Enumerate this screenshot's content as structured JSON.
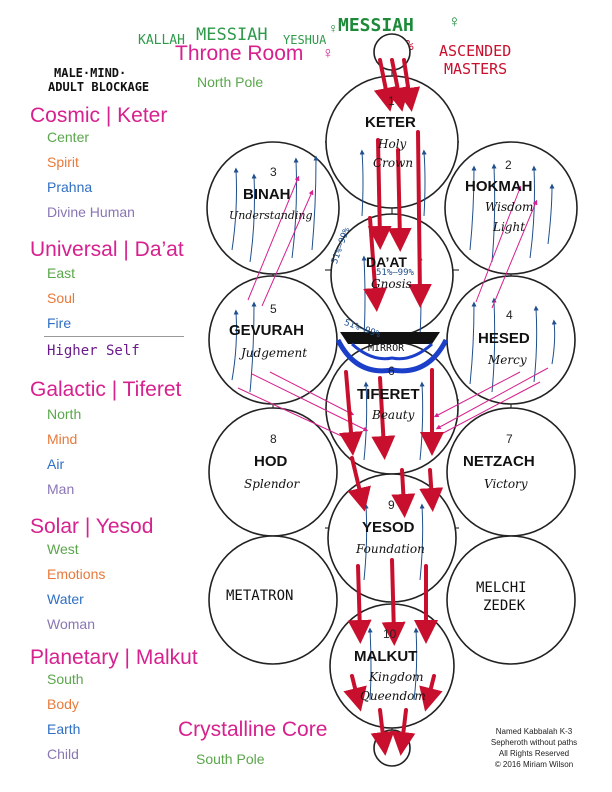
{
  "header": {
    "kallah": "KALLAH",
    "messiah_green": "MESSIAH",
    "yeshua": "YESHUA",
    "messiah_top": "MESSIAH",
    "throne_room": "Throne Room",
    "north_pole": "North Pole",
    "male_mind": "MALE·MIND·",
    "adult_blockage": "ADULT BLOCKAGE",
    "percent": "100%",
    "ascended": "ASCENDED",
    "masters": "MASTERS"
  },
  "levels": [
    {
      "title": "Cosmic | Keter",
      "items": [
        "Center",
        "Spirit",
        "Prahna",
        "Divine Human"
      ]
    },
    {
      "title": "Universal | Da’at",
      "items": [
        "East",
        "Soul",
        "Fire"
      ]
    },
    {
      "title": "Galactic | Tiferet",
      "items": [
        "North",
        "Mind",
        "Air",
        "Man"
      ]
    },
    {
      "title": "Solar | Yesod",
      "items": [
        "West",
        "Emotions",
        "Water",
        "Woman"
      ]
    },
    {
      "title": "Planetary | Malkut",
      "items": [
        "South",
        "Body",
        "Earth",
        "Child"
      ]
    }
  ],
  "higher_self": "Higher Self",
  "sephirot": {
    "keter": {
      "num": "1",
      "name": "KETER",
      "sub1": "Holy",
      "sub2": "Crown"
    },
    "binah": {
      "num": "3",
      "name": "BINAH",
      "sub1": "Understanding"
    },
    "hokmah": {
      "num": "2",
      "name": "HOKMAH",
      "sub1": "Wisdom",
      "sub2": "Light"
    },
    "daat": {
      "name": "DA’AT",
      "sub1": "Gnosis"
    },
    "gevurah": {
      "num": "5",
      "name": "GEVURAH",
      "sub1": "Judgement"
    },
    "hesed": {
      "num": "4",
      "name": "HESED",
      "sub1": "Mercy"
    },
    "tiferet": {
      "num": "6",
      "name": "TIFERET",
      "sub1": "Beauty"
    },
    "hod": {
      "num": "8",
      "name": "HOD",
      "sub1": "Splendor"
    },
    "netzach": {
      "num": "7",
      "name": "NETZACH",
      "sub1": "Victory"
    },
    "yesod": {
      "num": "9",
      "name": "YESOD",
      "sub1": "Foundation"
    },
    "metatron": {
      "name": "METATRON"
    },
    "melchizedek": {
      "line1": "MELCHI",
      "line2": "ZEDEK"
    },
    "malkut": {
      "num": "10",
      "name": "MALKUT",
      "sub1": "Kingdom",
      "sub2": "Queendom"
    }
  },
  "daat_percents": [
    "51%–99%",
    "51%–99%",
    "51%–99%"
  ],
  "mirror": "MIRROR",
  "crystalline_core": "Crystalline Core",
  "south_pole": "South Pole",
  "credit": [
    "Named Kabbalah K-3",
    "Sepheroth without paths",
    "All Rights Reserved",
    "© 2016 Miriam Wilson"
  ],
  "colors": {
    "magenta": "#d6218e",
    "green": "#5aa64b",
    "orange": "#e8793a",
    "blue": "#2f6fc4",
    "purple": "#8a76b4",
    "red_arrow": "#c8102e",
    "blue_arrow": "#1f4f8c",
    "mirror_blue": "#1b3fc9"
  }
}
